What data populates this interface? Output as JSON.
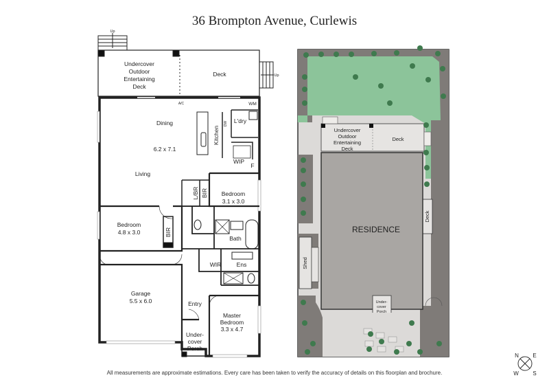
{
  "title": "36 Brompton Avenue, Curlewis",
  "disclaimer": "All measurements are approximate estimations. Every care has been taken to verify the accuracy of details on this floorplan and brochure.",
  "floorplan": {
    "up_top": "Up",
    "up_right": "Up",
    "undercover_outdoor": [
      "Undercover",
      "Outdoor",
      "Entertaining",
      "Deck"
    ],
    "deck": "Deck",
    "ac": "A/C",
    "wm": "WM",
    "dining": "Dining",
    "dining_size": "6.2 x 7.1",
    "kitchen": "Kitchen",
    "dw": "DW",
    "laundry": "L'dry",
    "wip": "WIP",
    "fridge": "F",
    "living": "Living",
    "lbr": "L/BR",
    "bir1": "BIR",
    "bedroom2": "Bedroom",
    "bedroom2_size": "3.1 x 3.0",
    "bedroom1": "Bedroom",
    "bedroom1_size": "4.8 x 3.0",
    "bir2": "BIR",
    "bath": "Bath",
    "wir": "WIR",
    "ens": "Ens",
    "garage": "Garage",
    "garage_size": "5.5 x 6.0",
    "entry": "Entry",
    "master": "Master",
    "master2": "Bedroom",
    "master_size": "3.3 x 4.7",
    "porch": [
      "Under-",
      "cover",
      "Porch"
    ]
  },
  "siteplan": {
    "undercover_outdoor": [
      "Undercover",
      "Outdoor",
      "Entertaining",
      "Deck"
    ],
    "deck_top": "Deck",
    "deck_side": "Deck",
    "residence": "RESIDENCE",
    "shed": "Shed",
    "porch": [
      "Under-",
      "cover",
      "Porch"
    ]
  },
  "compass": {
    "n": "N",
    "e": "E",
    "s": "S",
    "w": "W"
  },
  "colors": {
    "lawn": "#8cc49a",
    "residence": "#a9a6a3",
    "paving": "#dcdad8",
    "garden": "#7f7b78",
    "plant": "#3f7a4e"
  }
}
